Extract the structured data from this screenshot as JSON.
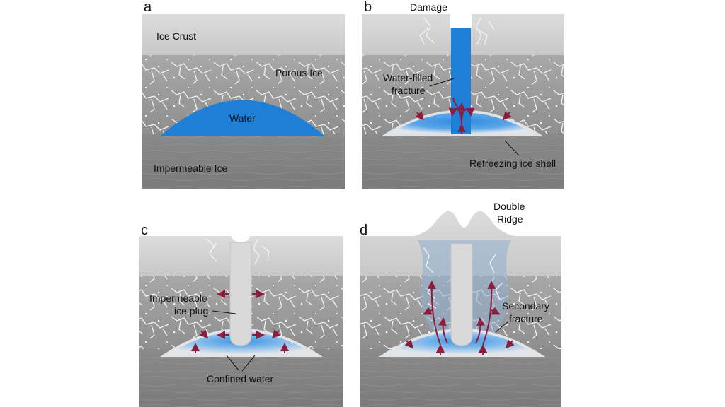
{
  "panels": {
    "a": {
      "letter": "a",
      "crust": "Ice Crust",
      "porous": "Porous Ice",
      "water": "Water",
      "impermeable": "Impermeable Ice"
    },
    "b": {
      "letter": "b",
      "damage": "Damage",
      "fracture_line1": "Water-filled",
      "fracture_line2": "fracture",
      "shell": "Refreezing ice shell"
    },
    "c": {
      "letter": "c",
      "plug_line1": "Impermeable",
      "plug_line2": "ice plug",
      "confined": "Confined water"
    },
    "d": {
      "letter": "d",
      "ridge_line1": "Double",
      "ridge_line2": "Ridge",
      "secondary_line1": "Secondary",
      "secondary_line2": "fracture"
    }
  },
  "colors": {
    "crust": "#d4d4d4",
    "porous": "#9d9d9d",
    "impermeable": "#858585",
    "water": "#1f7fd6",
    "arrow": "#8c1d3c"
  }
}
